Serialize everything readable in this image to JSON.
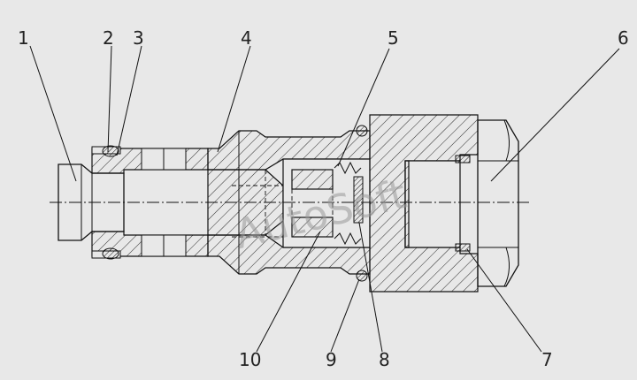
{
  "watermark": "AutoSoft",
  "labels": {
    "l1": "1",
    "l2": "2",
    "l3": "3",
    "l4": "4",
    "l5": "5",
    "l6": "6",
    "l7": "7",
    "l8": "8",
    "l9": "9",
    "l10": "10"
  },
  "colors": {
    "background": "#e8e8e8",
    "line": "#111111"
  }
}
